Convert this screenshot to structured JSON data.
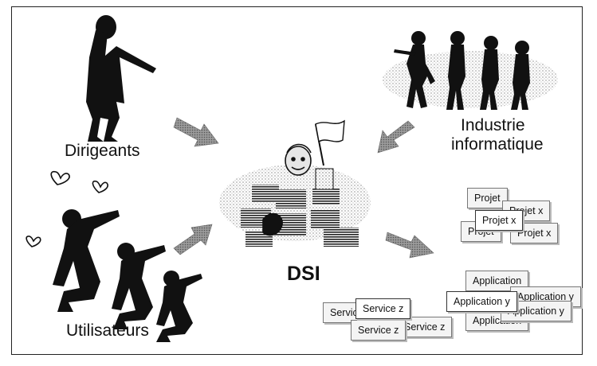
{
  "labels": {
    "dirigeants": "Dirigeants",
    "utilisateurs": "Utilisateurs",
    "industrie_line1": "Industrie",
    "industrie_line2": "informatique",
    "dsi": "DSI"
  },
  "cards": {
    "projet_back": "Projet",
    "projet_x_back_top": "Projet x",
    "projet_x_front": "Projet x",
    "projet_x_back_bottom": "Projet x",
    "projet_back_left": "Projet",
    "application_back_top": "Application",
    "application_y_back_right": "Application y",
    "application_y_front": "Application y",
    "application_y_back_bottom": "Application y",
    "application_back_left": "Application",
    "service_back_left": "Service",
    "service_z_front": "Service z",
    "service_z_back": "Service z",
    "service_z_second": "Service z"
  },
  "colors": {
    "silhouette": "#111111",
    "arrow": "#8a8a8a",
    "shade": "#dcdcdc"
  }
}
